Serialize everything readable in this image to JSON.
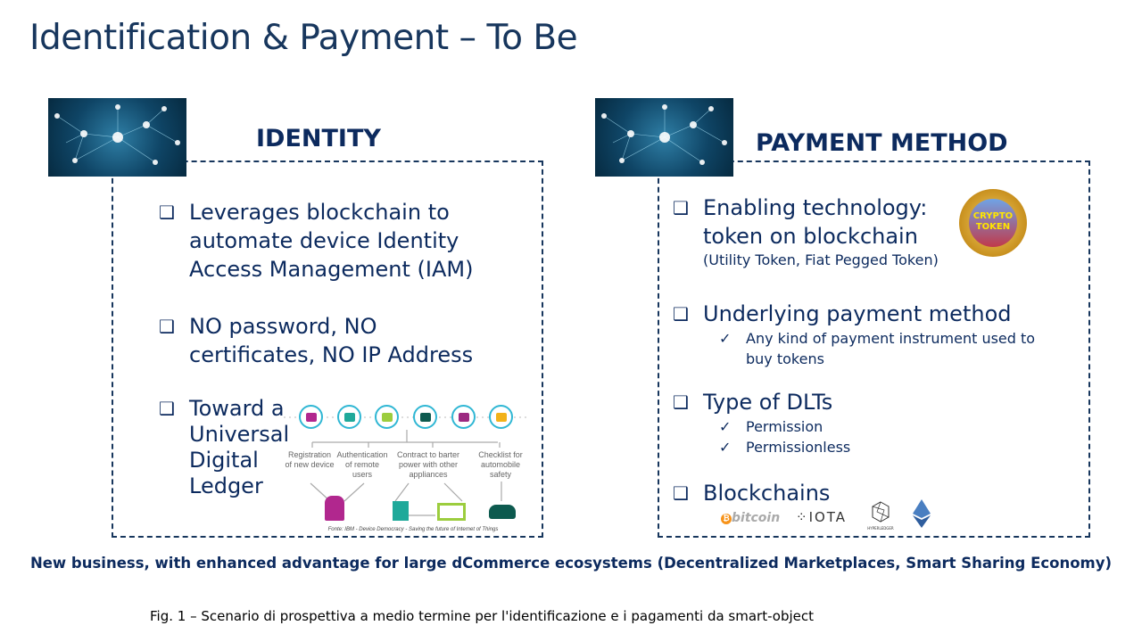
{
  "title": "Identification & Payment – To Be",
  "identity": {
    "heading": "IDENTITY",
    "bullets": [
      "Leverages blockchain to automate device Identity Access Management (IAM)",
      "NO password, NO certificates, NO IP Address",
      "Toward a Universal Digital Ledger"
    ],
    "diagram": {
      "labels": [
        "Registration of new device",
        "Authentication of remote users",
        "Contract to barter power with other appliances",
        "Checklist for automobile safety"
      ],
      "source": "Fonte: IBM - Device Democracy - Saving the future of Internet of Things"
    }
  },
  "payment": {
    "heading": "PAYMENT METHOD",
    "b1": {
      "text": "Enabling technology: token on blockchain",
      "sub": "(Utility Token, Fiat Pegged Token)"
    },
    "coin": [
      "CRYPTO",
      "TOKEN"
    ],
    "b2": {
      "text": "Underlying payment method",
      "checks": [
        "Any kind of payment instrument used to buy tokens"
      ]
    },
    "b3": {
      "text": "Type of DLTs",
      "checks": [
        "Permission",
        "Permissionless"
      ]
    },
    "b4": {
      "text": "Blockchains",
      "logos": [
        "bitcoin",
        "IOTA",
        "HYPERLEDGER"
      ]
    }
  },
  "footer": "New business, with enhanced advantage for large dCommerce ecosystems (Decentralized Marketplaces, Smart Sharing Economy)",
  "caption": "Fig. 1 – Scenario di prospettiva a medio termine per l'identificazione e i pagamenti da smart-object",
  "colors": {
    "navy": "#0c2a5e",
    "teal": "#30b7d4"
  }
}
